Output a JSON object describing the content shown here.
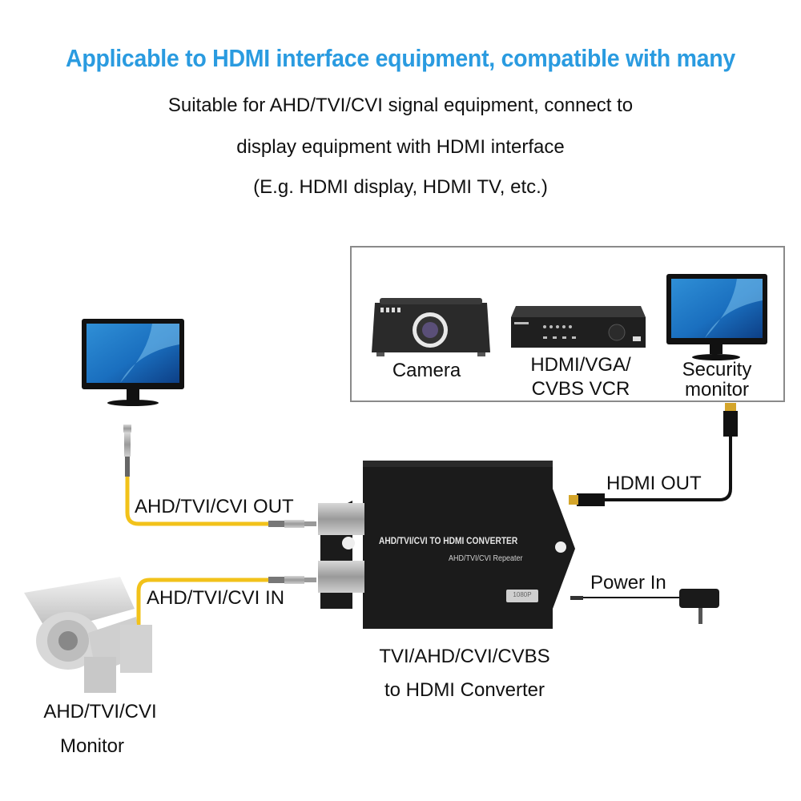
{
  "header": {
    "title": "Applicable to HDMI interface equipment, compatible with many",
    "title_color": "#2a9be0",
    "subtitle_lines": [
      "Suitable for AHD/TVI/CVI signal equipment, connect to",
      "display equipment with HDMI interface",
      "(E.g. HDMI display, HDMI TV, etc.)"
    ]
  },
  "display_devices_box": {
    "items": [
      {
        "icon": "projector-camera-icon",
        "label": "Camera"
      },
      {
        "icon": "dvr-recorder-icon",
        "label_line1": "HDMI/VGA/",
        "label_line2": "CVBS VCR"
      },
      {
        "icon": "monitor-icon",
        "label_line1": "Security",
        "label_line2": "monitor"
      }
    ]
  },
  "converter": {
    "body_text": "AHD/TVI/CVI TO HDMI CONVERTER",
    "body_subtext": "AHD/TVI/CVI Repeater",
    "badge": "1080P",
    "caption_line1": "TVI/AHD/CVI/CVBS",
    "caption_line2": "to HDMI Converter",
    "body_color": "#1b1b1b"
  },
  "connections": {
    "out_label": "AHD/TVI/CVI OUT",
    "in_label": "AHD/TVI/CVI IN",
    "hdmi_label": "HDMI OUT",
    "power_label": "Power In",
    "coax_color": "#f2c21a",
    "hdmi_cable_color": "#111111"
  },
  "source_camera": {
    "label_line1": "AHD/TVI/CVI",
    "label_line2": "Monitor"
  }
}
